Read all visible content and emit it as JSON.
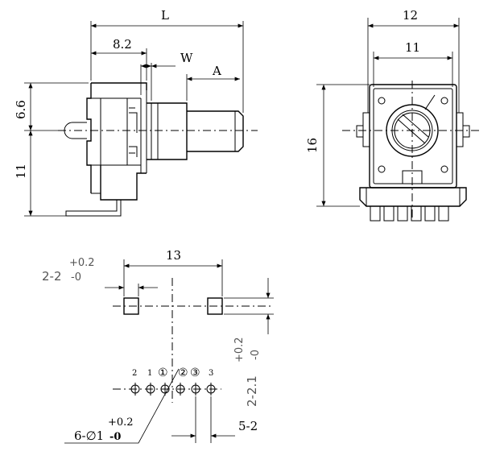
{
  "side_view": {
    "dim_L": "L",
    "dim_8_2": "8.2",
    "dim_W": "W",
    "dim_A": "A",
    "dim_6_6": "6.6",
    "dim_11": "11"
  },
  "front_view": {
    "dim_12": "12",
    "dim_11": "11",
    "dim_16": "16"
  },
  "footprint": {
    "dim_13": "13",
    "slot_label_main": "2-2",
    "slot_tol_plus": "+0.2",
    "slot_tol_minus": "-0",
    "slot_height_main": "2-2.1",
    "slot_height_tol_plus": "+0.2",
    "slot_height_tol_minus": "-0",
    "hole_label_main": "6-∅1",
    "hole_tol_plus": "+0.2",
    "hole_tol_minus": "-0",
    "pitch_label": "5-2",
    "pins": [
      "2",
      "1",
      "①",
      "②",
      "③",
      "3"
    ]
  }
}
